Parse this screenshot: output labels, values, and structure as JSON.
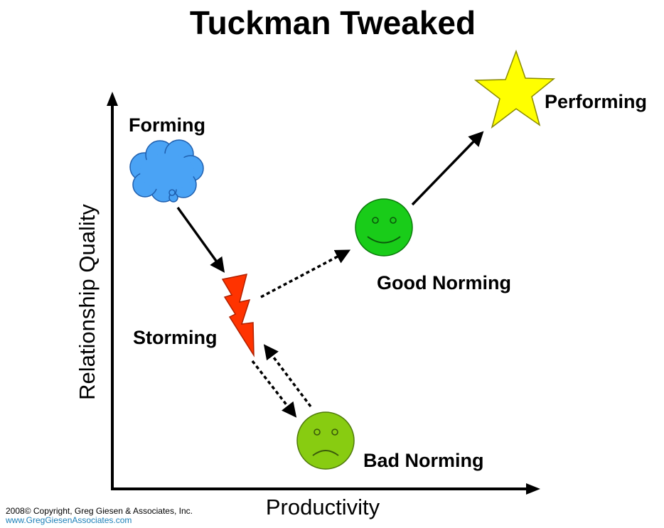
{
  "title": "Tuckman Tweaked",
  "axes": {
    "x_label": "Productivity",
    "y_label": "Relationship Quality"
  },
  "stages": {
    "forming": {
      "label": "Forming",
      "icon": "cloud-icon",
      "color": "#3f9ff0"
    },
    "storming": {
      "label": "Storming",
      "icon": "lightning-bolt-icon",
      "color": "#ff3300"
    },
    "good_norming": {
      "label": "Good Norming",
      "icon": "smiley-face-icon",
      "color": "#11cc11"
    },
    "bad_norming": {
      "label": "Bad Norming",
      "icon": "frowny-face-icon",
      "color": "#88cc11"
    },
    "performing": {
      "label": "Performing",
      "icon": "star-icon",
      "color": "#ffff00"
    }
  },
  "transitions": [
    {
      "from": "Forming",
      "to": "Storming",
      "style": "solid"
    },
    {
      "from": "Storming",
      "to": "Good Norming",
      "style": "dotted"
    },
    {
      "from": "Storming",
      "to": "Bad Norming",
      "style": "dotted"
    },
    {
      "from": "Bad Norming",
      "to": "Storming",
      "style": "dotted"
    },
    {
      "from": "Good Norming",
      "to": "Performing",
      "style": "solid"
    }
  ],
  "footer": {
    "copyright": "2008© Copyright, Greg Giesen & Associates, Inc.",
    "url": "www.GregGiesenAssociates.com"
  }
}
